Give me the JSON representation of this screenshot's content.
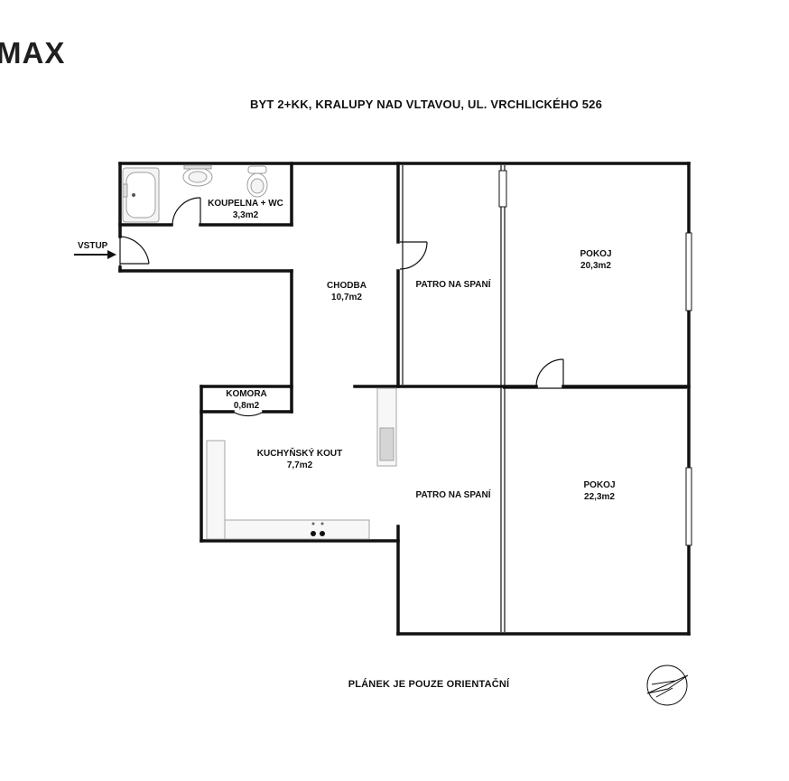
{
  "logo": {
    "text": "MAX"
  },
  "title": "BYT 2+KK, KRALUPY NAD VLTAVOU, UL. VRCHLICKÉHO 526",
  "entrance_label": "VSTUP",
  "rooms": {
    "bathroom": {
      "name": "KOUPELNA + WC",
      "area": "3,3m2"
    },
    "hallway": {
      "name": "CHODBA",
      "area": "10,7m2"
    },
    "sleeping_loft_top": {
      "name": "PATRO NA SPANÍ"
    },
    "room_top": {
      "name": "POKOJ",
      "area": "20,3m2"
    },
    "pantry": {
      "name": "KOMORA",
      "area": "0,8m2"
    },
    "kitchen": {
      "name": "KUCHYŇSKÝ KOUT",
      "area": "7,7m2"
    },
    "sleeping_loft_bottom": {
      "name": "PATRO NA SPANÍ"
    },
    "room_bottom": {
      "name": "POKOJ",
      "area": "22,3m2"
    }
  },
  "footer_note": "PLÁNEK JE POUZE ORIENTAČNÍ",
  "icons": {
    "compass": "north-arrow-icon"
  },
  "colors": {
    "wall": "#111111",
    "fixture": "#bdbdbd",
    "background": "#ffffff"
  }
}
